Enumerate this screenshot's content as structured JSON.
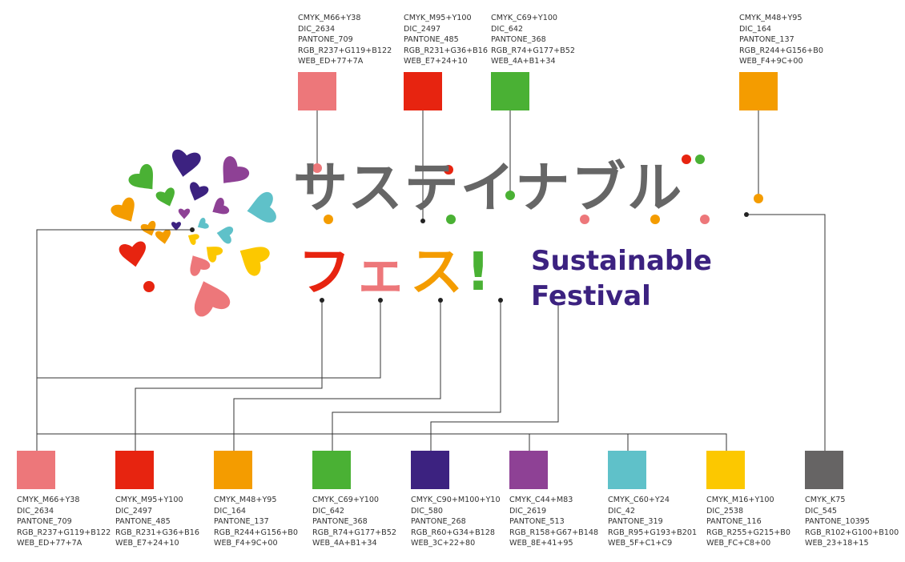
{
  "logo": {
    "name_jp_line1": "サステイナブル",
    "name_jp_line2": "フェス!",
    "name_en_line1": "Sustainable",
    "name_en_line2": "Festival"
  },
  "palette_top": [
    {
      "id": "pink",
      "color": "#ED777A",
      "spec": [
        "CMYK_M66+Y38",
        "DIC_2634",
        "PANTONE_709",
        "RGB_R237+G119+B122",
        "WEB_ED+77+7A"
      ]
    },
    {
      "id": "red",
      "color": "#E72410",
      "spec": [
        "CMYK_M95+Y100",
        "DIC_2497",
        "PANTONE_485",
        "RGB_R231+G36+B16",
        "WEB_E7+24+10"
      ]
    },
    {
      "id": "green",
      "color": "#4AB134",
      "spec": [
        "CMYK_C69+Y100",
        "DIC_642",
        "PANTONE_368",
        "RGB_R74+G177+B52",
        "WEB_4A+B1+34"
      ]
    },
    {
      "id": "orange",
      "color": "#F49C00",
      "spec": [
        "CMYK_M48+Y95",
        "DIC_164",
        "PANTONE_137",
        "RGB_R244+G156+B0",
        "WEB_F4+9C+00"
      ]
    }
  ],
  "palette_bottom": [
    {
      "id": "pink",
      "color": "#ED777A",
      "spec": [
        "CMYK_M66+Y38",
        "DIC_2634",
        "PANTONE_709",
        "RGB_R237+G119+B122",
        "WEB_ED+77+7A"
      ]
    },
    {
      "id": "red",
      "color": "#E72410",
      "spec": [
        "CMYK_M95+Y100",
        "DIC_2497",
        "PANTONE_485",
        "RGB_R231+G36+B16",
        "WEB_E7+24+10"
      ]
    },
    {
      "id": "orange",
      "color": "#F49C00",
      "spec": [
        "CMYK_M48+Y95",
        "DIC_164",
        "PANTONE_137",
        "RGB_R244+G156+B0",
        "WEB_F4+9C+00"
      ]
    },
    {
      "id": "green",
      "color": "#4AB134",
      "spec": [
        "CMYK_C69+Y100",
        "DIC_642",
        "PANTONE_368",
        "RGB_R74+G177+B52",
        "WEB_4A+B1+34"
      ]
    },
    {
      "id": "navy",
      "color": "#3C2280",
      "spec": [
        "CMYK_C90+M100+Y10",
        "DIC_580",
        "PANTONE_268",
        "RGB_R60+G34+B128",
        "WEB_3C+22+80"
      ]
    },
    {
      "id": "purple",
      "color": "#8E4195",
      "spec": [
        "CMYK_C44+M83",
        "DIC_2619",
        "PANTONE_513",
        "RGB_R158+G67+B148",
        "WEB_8E+41+95"
      ]
    },
    {
      "id": "cyan",
      "color": "#5FC1C9",
      "spec": [
        "CMYK_C60+Y24",
        "DIC_42",
        "PANTONE_319",
        "RGB_R95+G193+B201",
        "WEB_5F+C1+C9"
      ]
    },
    {
      "id": "yellow",
      "color": "#FCC800",
      "spec": [
        "CMYK_M16+Y100",
        "DIC_2538",
        "PANTONE_116",
        "RGB_R255+G215+B0",
        "WEB_FC+C8+00"
      ]
    },
    {
      "id": "gray",
      "color": "#666464",
      "spec": [
        "CMYK_K75",
        "DIC_545",
        "PANTONE_10395",
        "RGB_R102+G100+B100",
        "WEB_23+18+15"
      ]
    }
  ],
  "colors": {
    "line": "#333333",
    "text_gray": "#666666",
    "text_navy": "#3C2280"
  }
}
